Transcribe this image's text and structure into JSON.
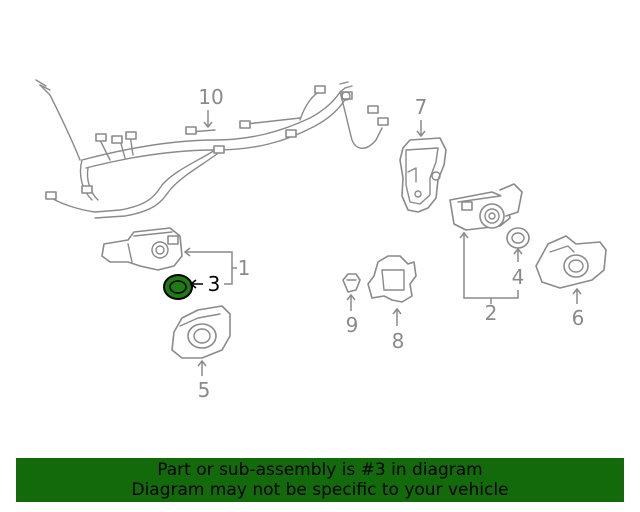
{
  "diagram": {
    "callouts": {
      "c1": "1",
      "c2": "2",
      "c3": "3",
      "c4": "4",
      "c5": "5",
      "c6": "6",
      "c7": "7",
      "c8": "8",
      "c9": "9",
      "c10": "10"
    },
    "highlight_color": "#1e7a12",
    "line_color": "#8a8a8a"
  },
  "banner": {
    "line1": "Part or sub-assembly is #3 in diagram",
    "line2": "Diagram may not be specific to your vehicle",
    "background": "#136a0a"
  }
}
